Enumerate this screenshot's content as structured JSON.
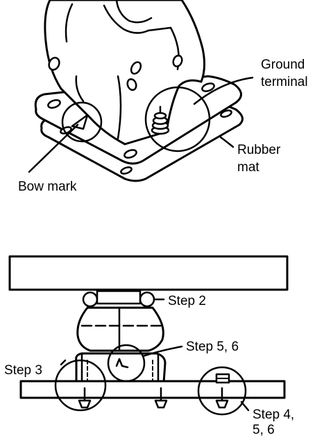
{
  "top_figure": {
    "labels": {
      "ground_terminal_line1": "Ground",
      "ground_terminal_line2": "terminal",
      "rubber_mat_line1": "Rubber",
      "rubber_mat_line2": "mat",
      "bow_mark": "Bow mark"
    }
  },
  "bottom_figure": {
    "labels": {
      "step2": "Step 2",
      "step56": "Step 5, 6",
      "step3": "Step 3",
      "step456_line1": "Step 4,",
      "step456_line2": "5, 6"
    }
  },
  "colors": {
    "ink": "#000000",
    "paper": "#ffffff"
  }
}
